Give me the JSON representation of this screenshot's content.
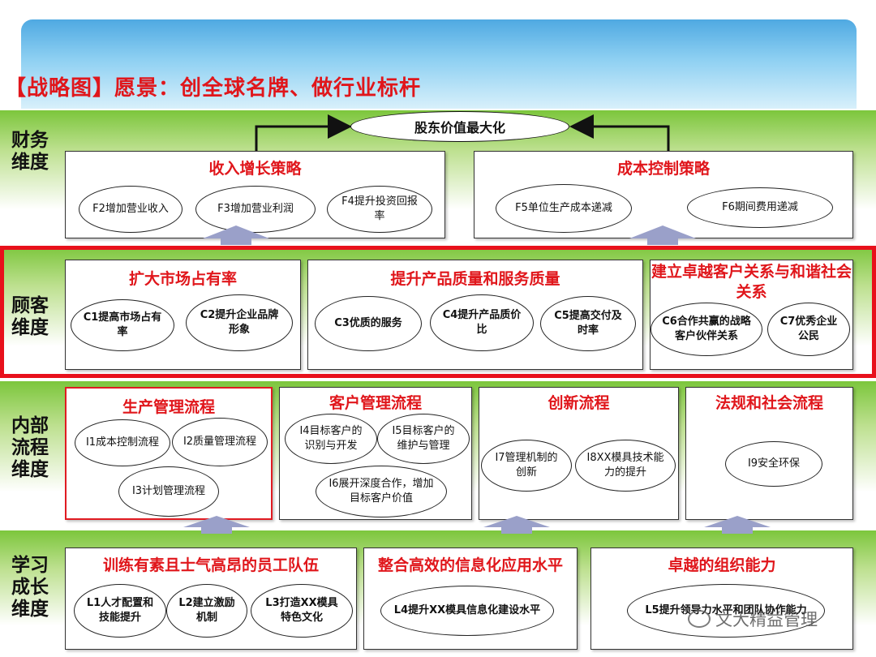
{
  "title": "【战略图】愿景：创全球名牌、做行业标杆",
  "dimensions": {
    "financial": "财务\n维度",
    "customer": "顾客\n维度",
    "internal": "内部\n流程\n维度",
    "learning": "学习\n成长\n维度"
  },
  "goal": "股东价值最大化",
  "financial": {
    "revenue": {
      "title": "收入增长策略",
      "items": [
        "F2增加营业收入",
        "F3增加营业利润",
        "F4提升投资回报率"
      ]
    },
    "cost": {
      "title": "成本控制策略",
      "items": [
        "F5单位生产成本递减",
        "F6期间费用递减"
      ]
    }
  },
  "customer": {
    "market": {
      "title": "扩大市场占有率",
      "items": [
        "C1提高市场占有率",
        "C2提升企业品牌形象"
      ]
    },
    "quality": {
      "title": "提升产品质量和服务质量",
      "items": [
        "C3优质的服务",
        "C4提升产品质价比",
        "C5提高交付及时率"
      ]
    },
    "relation": {
      "title": "建立卓越客户关系与和谐社会关系",
      "items": [
        "C6合作共赢的战略客户伙伴关系",
        "C7优秀企业公民"
      ]
    }
  },
  "internal": {
    "production": {
      "title": "生产管理流程",
      "items": [
        "I1成本控制流程",
        "I2质量管理流程",
        "I3计划管理流程"
      ]
    },
    "client": {
      "title": "客户管理流程",
      "items": [
        "I4目标客户的识别与开发",
        "I5目标客户的维护与管理",
        "I6展开深度合作，增加目标客户价值"
      ]
    },
    "innovation": {
      "title": "创新流程",
      "items": [
        "I7管理机制的创新",
        "I8XX模具技术能力的提升"
      ]
    },
    "regulation": {
      "title": "法规和社会流程",
      "items": [
        "I9安全环保"
      ]
    }
  },
  "learning": {
    "staff": {
      "title": "训练有素且士气高昂的员工队伍",
      "items": [
        "L1人才配置和技能提升",
        "L2建立激励机制",
        "L3打造XX模具特色文化"
      ]
    },
    "it": {
      "title": "整合高效的信息化应用水平",
      "items": [
        "L4提升XX模具信息化建设水平"
      ]
    },
    "org": {
      "title": "卓越的组织能力",
      "items": [
        "L5提升领导力水平和团队协作能力"
      ]
    }
  },
  "watermark": "文大精益管理"
}
